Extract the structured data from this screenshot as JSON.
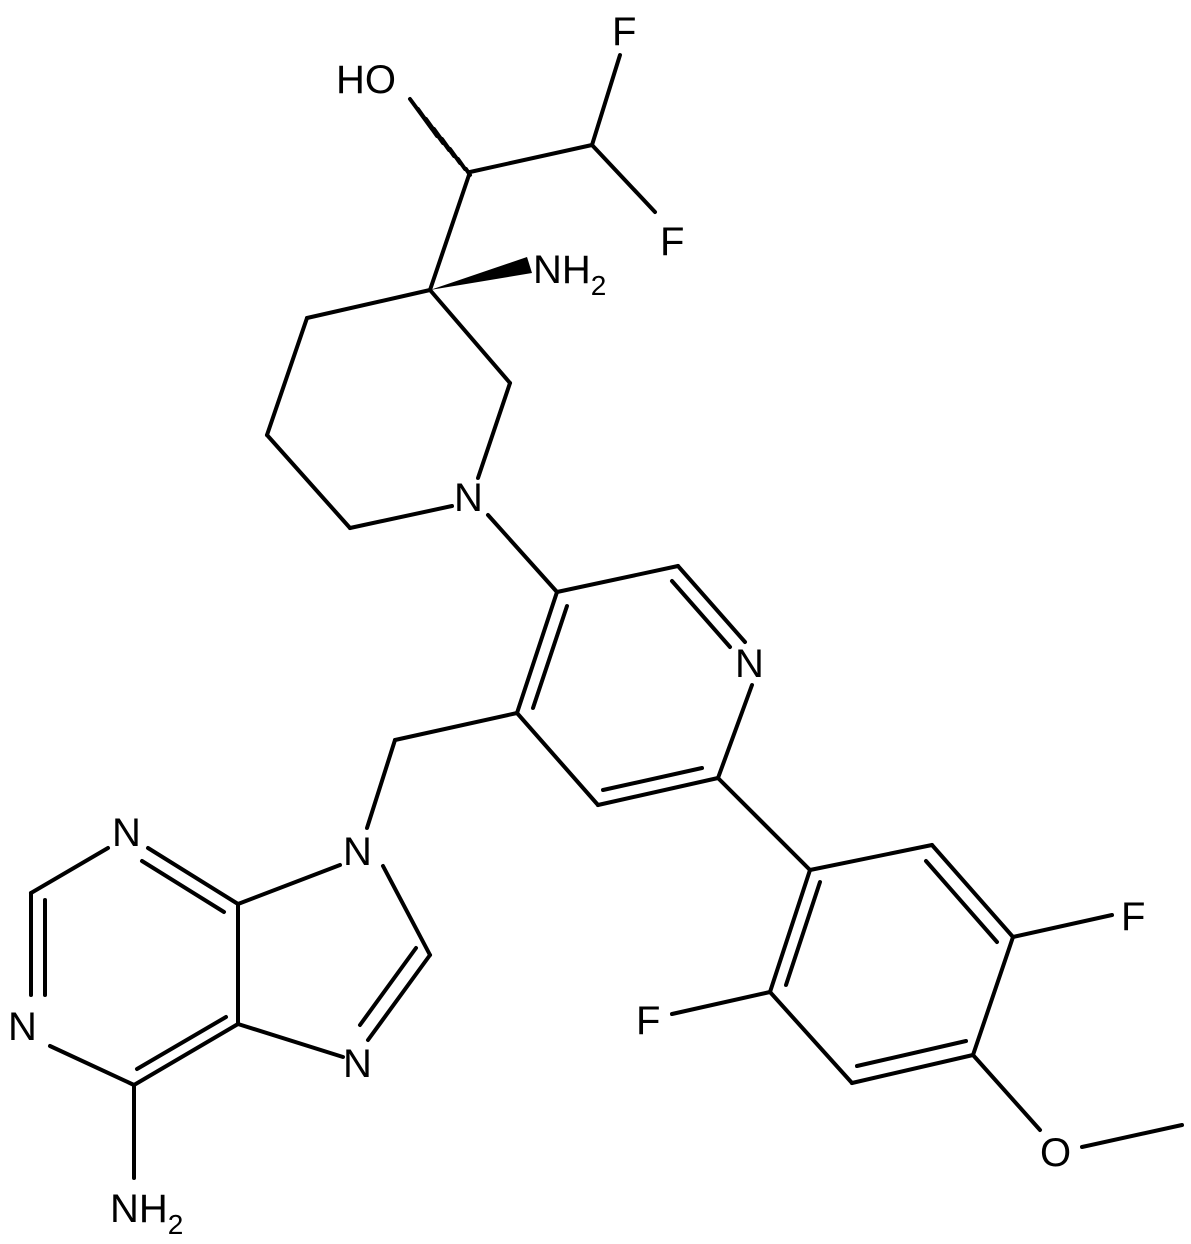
{
  "molecule": {
    "atoms": {
      "oh": "HO",
      "f1": "F",
      "f2": "F",
      "nh2_top": "NH",
      "nh2_top_sub": "2",
      "n_pip": "N",
      "n_pyr": "N",
      "n9": "N",
      "n3": "N",
      "n1": "N",
      "n7": "N",
      "nh2_bottom": "NH",
      "nh2_bottom_sub": "2",
      "f3": "F",
      "f4": "F",
      "o_me": "O"
    }
  }
}
